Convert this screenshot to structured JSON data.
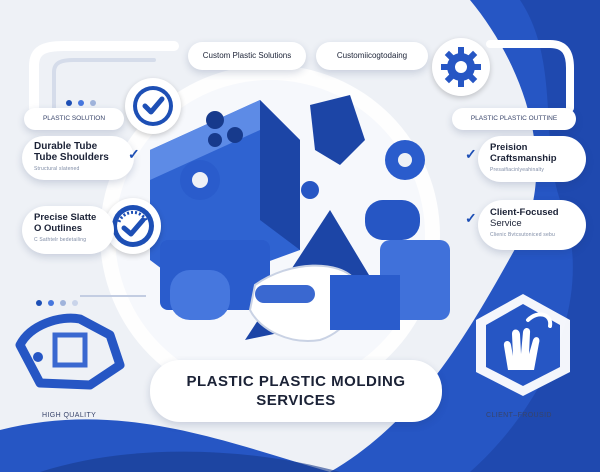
{
  "colors": {
    "accent": "#2355c8",
    "dark_blue": "#173a8c",
    "light_bg": "#eef1f6"
  },
  "top_pills": {
    "left": "Custom Plastic Solutions",
    "right": "Customiicogtodaing"
  },
  "left": {
    "header_label": "PLASTIC SOLUTION",
    "card1": {
      "line1": "Durable Tube",
      "line2": "Tube Shoulders",
      "sub": "Structural slatened"
    },
    "card2": {
      "line1": "Precise Slatte",
      "line2": "O Outlines",
      "sub": "C Sathtelr bedetailing"
    },
    "footer_label": "HIGH QUALITY"
  },
  "right": {
    "header_label": "PLASTIC PLASTIC OUTTINE",
    "card1": {
      "line1": "Preision",
      "line2": "Craftsmanship",
      "sub": "Presaifiacinlyeahinalty"
    },
    "card2": {
      "line1": "Client-Focused",
      "line2": "Service",
      "sub": "Clienic Bvtcsutoniced sebu"
    },
    "footer_label": "CLIENT–FROUSID"
  },
  "main_title": {
    "line1": "PLASTIC PLASTIC MOLDING",
    "line2": "SERVICES"
  },
  "icons": [
    "check-badge-icon",
    "gear-icon",
    "gauge-check-icon",
    "hand-icon",
    "molded-part-icon",
    "hexagon-icon"
  ]
}
